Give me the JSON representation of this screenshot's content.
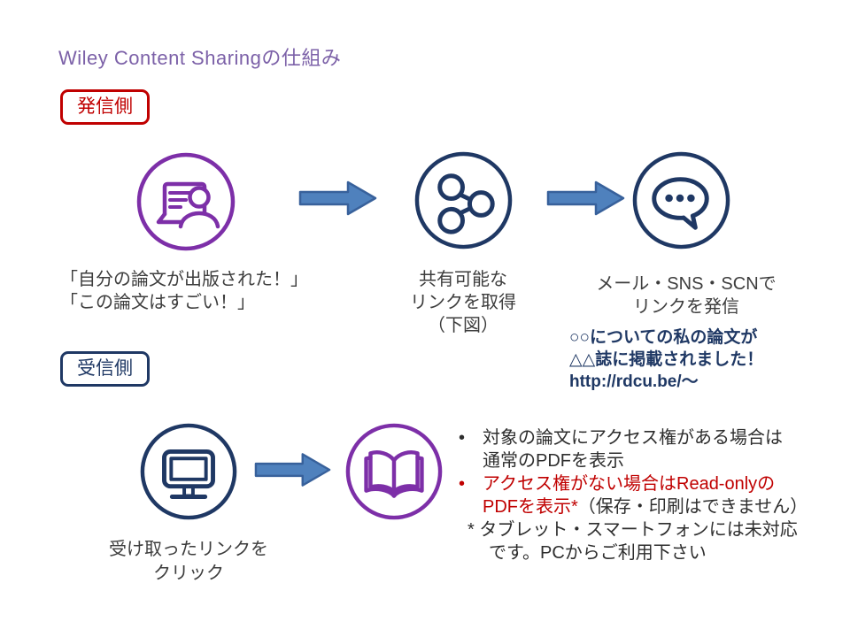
{
  "slide": {
    "title": "Wiley Content Sharingの仕組み",
    "bullet_char": "•"
  },
  "colors": {
    "title_purple": "#7C61A8",
    "icon_purple": "#7D2FA8",
    "navy": "#1F3864",
    "red": "#C00000",
    "arrow_fill": "#4F81BD",
    "arrow_border": "#38619B",
    "body_text": "#3D3D3D"
  },
  "sender": {
    "label": "発信側",
    "step1": {
      "icon": "presenter-icon",
      "caption_line1": "「自分の論文が出版された！」",
      "caption_line2": "「この論文はすごい！」"
    },
    "step2": {
      "icon": "share-icon",
      "caption_line1": "共有可能な",
      "caption_line2": "リンクを取得",
      "caption_line3": "（下図）"
    },
    "step3": {
      "icon": "speech-bubble-icon",
      "caption_line1": "メール・SNS・SCNで",
      "caption_line2": "リンクを発信"
    },
    "example_message": {
      "line1": "○○についての私の論文が",
      "line2": "△△誌に掲載されました！",
      "line3": "http://rdcu.be/～"
    }
  },
  "receiver": {
    "label": "受信側",
    "step1": {
      "icon": "monitor-icon",
      "caption_line1": "受け取ったリンクを",
      "caption_line2": "クリック"
    },
    "step2": {
      "icon": "open-book-icon"
    },
    "notes": {
      "bullet1_line1": "対象の論文にアクセス権がある場合は",
      "bullet1_line2": "通常のPDFを表示",
      "bullet2_line1": "アクセス権がない場合はRead-onlyの",
      "bullet2_line2_red": "PDFを表示*",
      "bullet2_line2_rest": "（保存・印刷はできません）",
      "footnote_line1": "* タブレット・スマートフォンには未対応",
      "footnote_line2": "です。PCからご利用下さい"
    }
  }
}
